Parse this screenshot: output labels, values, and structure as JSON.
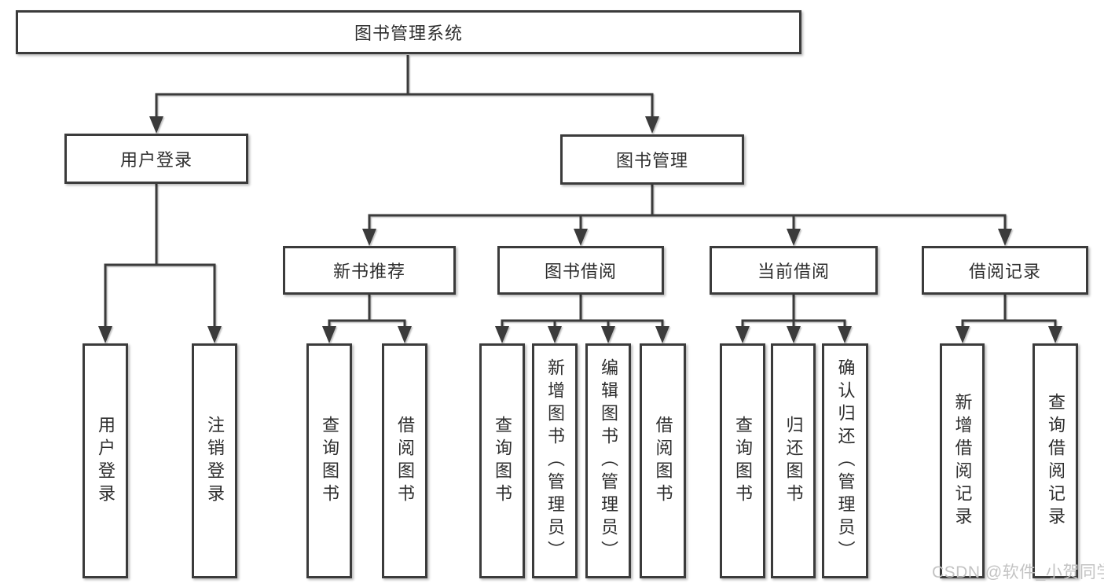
{
  "diagram": {
    "root": {
      "label": "图书管理系统",
      "children": [
        {
          "label": "用户登录",
          "children": [
            {
              "label": "用户登录"
            },
            {
              "label": "注销登录"
            }
          ]
        },
        {
          "label": "图书管理",
          "children": [
            {
              "label": "新书推荐",
              "children": [
                {
                  "label": "查询图书"
                },
                {
                  "label": "借阅图书"
                }
              ]
            },
            {
              "label": "图书借阅",
              "children": [
                {
                  "label": "查询图书"
                },
                {
                  "label": "新增图书（管理员）"
                },
                {
                  "label": "编辑图书（管理员）"
                },
                {
                  "label": "借阅图书"
                }
              ]
            },
            {
              "label": "当前借阅",
              "children": [
                {
                  "label": "查询图书"
                },
                {
                  "label": "归还图书"
                },
                {
                  "label": "确认归还（管理员）"
                }
              ]
            },
            {
              "label": "借阅记录",
              "children": [
                {
                  "label": "新增借阅记录"
                },
                {
                  "label": "查询借阅记录"
                }
              ]
            }
          ]
        }
      ]
    }
  },
  "watermark": "CSDN @软件_小贺同学",
  "colors": {
    "line": "#3a3a3a",
    "box_border": "#3b3b3b",
    "text": "#2e2e2e",
    "watermark_text": "#c3c3c3",
    "background": "#ffffff"
  }
}
